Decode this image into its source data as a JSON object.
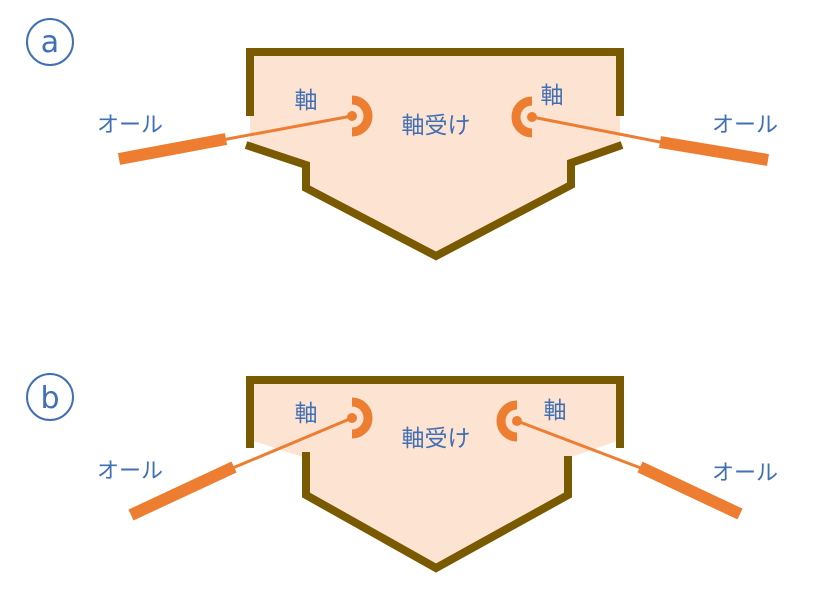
{
  "colors": {
    "hull_stroke": "#7a5a00",
    "hull_fill": "#fde3d2",
    "oar": "#ed7d31",
    "label": "#3f6fb5"
  },
  "panels": [
    {
      "id": "a",
      "marker": "a",
      "labels": {
        "left_oar": "オール",
        "right_oar": "オール",
        "left_pivot": "軸",
        "right_pivot": "軸",
        "bearing": "軸受け"
      }
    },
    {
      "id": "b",
      "marker": "b",
      "labels": {
        "left_oar": "オール",
        "right_oar": "オール",
        "left_pivot": "軸",
        "right_pivot": "軸",
        "bearing": "軸受け"
      }
    }
  ]
}
